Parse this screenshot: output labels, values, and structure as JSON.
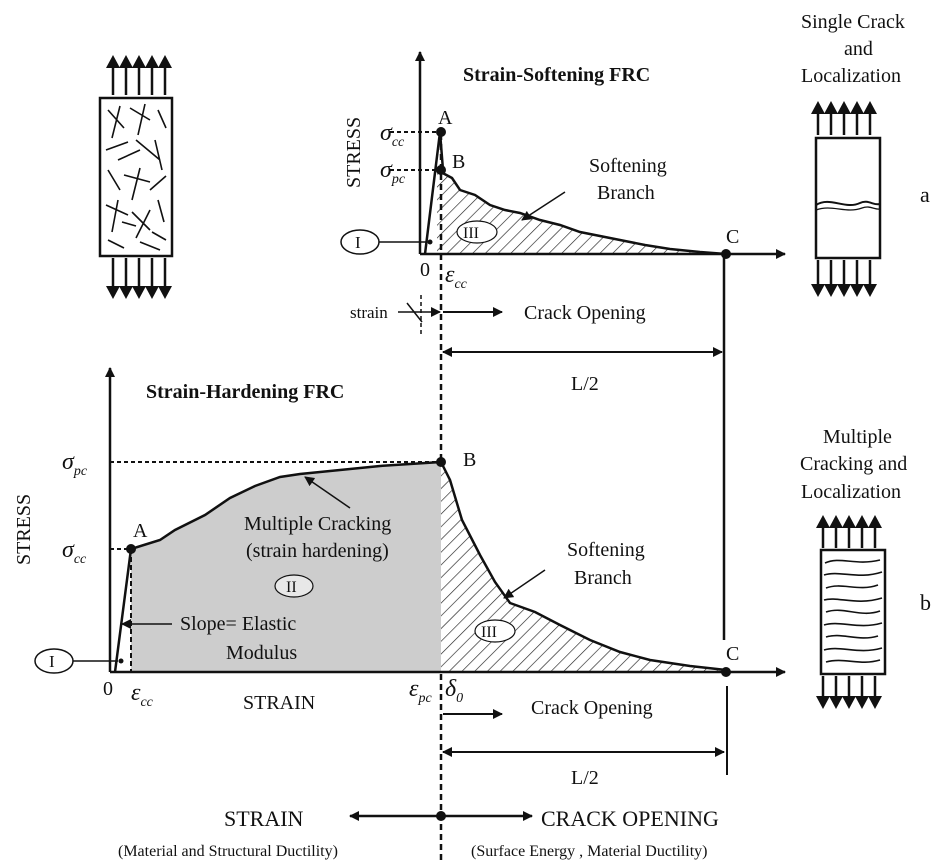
{
  "top": {
    "title": "Strain-Softening FRC",
    "ylabel": "STRESS",
    "sigma_cc": "σ",
    "sigma_cc_sub": "cc",
    "sigma_pc": "σ",
    "sigma_pc_sub": "pc",
    "point_a": "A",
    "point_b": "B",
    "point_c": "C",
    "origin": "0",
    "eps_cc": "ε",
    "eps_cc_sub": "cc",
    "region_i": "I",
    "region_iii": "III",
    "softening_1": "Softening",
    "softening_2": "Branch",
    "strain_label": "strain",
    "crack_opening": "Crack Opening",
    "l_half": "L/2"
  },
  "bottom": {
    "title": "Strain-Hardening  FRC",
    "ylabel": "STRESS",
    "sigma_pc": "σ",
    "sigma_pc_sub": "pc",
    "sigma_cc": "σ",
    "sigma_cc_sub": "cc",
    "point_a": "A",
    "point_b": "B",
    "point_c": "C",
    "origin": "0",
    "eps_cc": "ε",
    "eps_cc_sub": "cc",
    "eps_pc": "ε",
    "eps_pc_sub": "pc",
    "delta0": "δ",
    "delta0_sub": "0",
    "xlabel": "STRAIN",
    "region_i": "I",
    "region_ii": "II",
    "region_iii": "III",
    "mc_1": "Multiple Cracking",
    "mc_2": "(strain hardening)",
    "slope_1": "Slope= Elastic",
    "slope_2": "Modulus",
    "softening_1": "Softening",
    "softening_2": "Branch",
    "crack_opening": "Crack Opening",
    "l_half": "L/2"
  },
  "footer": {
    "strain": "STRAIN",
    "strain_note": "(Material and Structural Ductility)",
    "crack": "CRACK OPENING",
    "crack_note": "(Surface Energy , Material Ductility)"
  },
  "right": {
    "single_1": "Single Crack",
    "single_2": "and",
    "single_3": "Localization",
    "label_a": "a",
    "multi_1": "Multiple",
    "multi_2": "Cracking and",
    "multi_3": "Localization",
    "label_b": "b"
  }
}
